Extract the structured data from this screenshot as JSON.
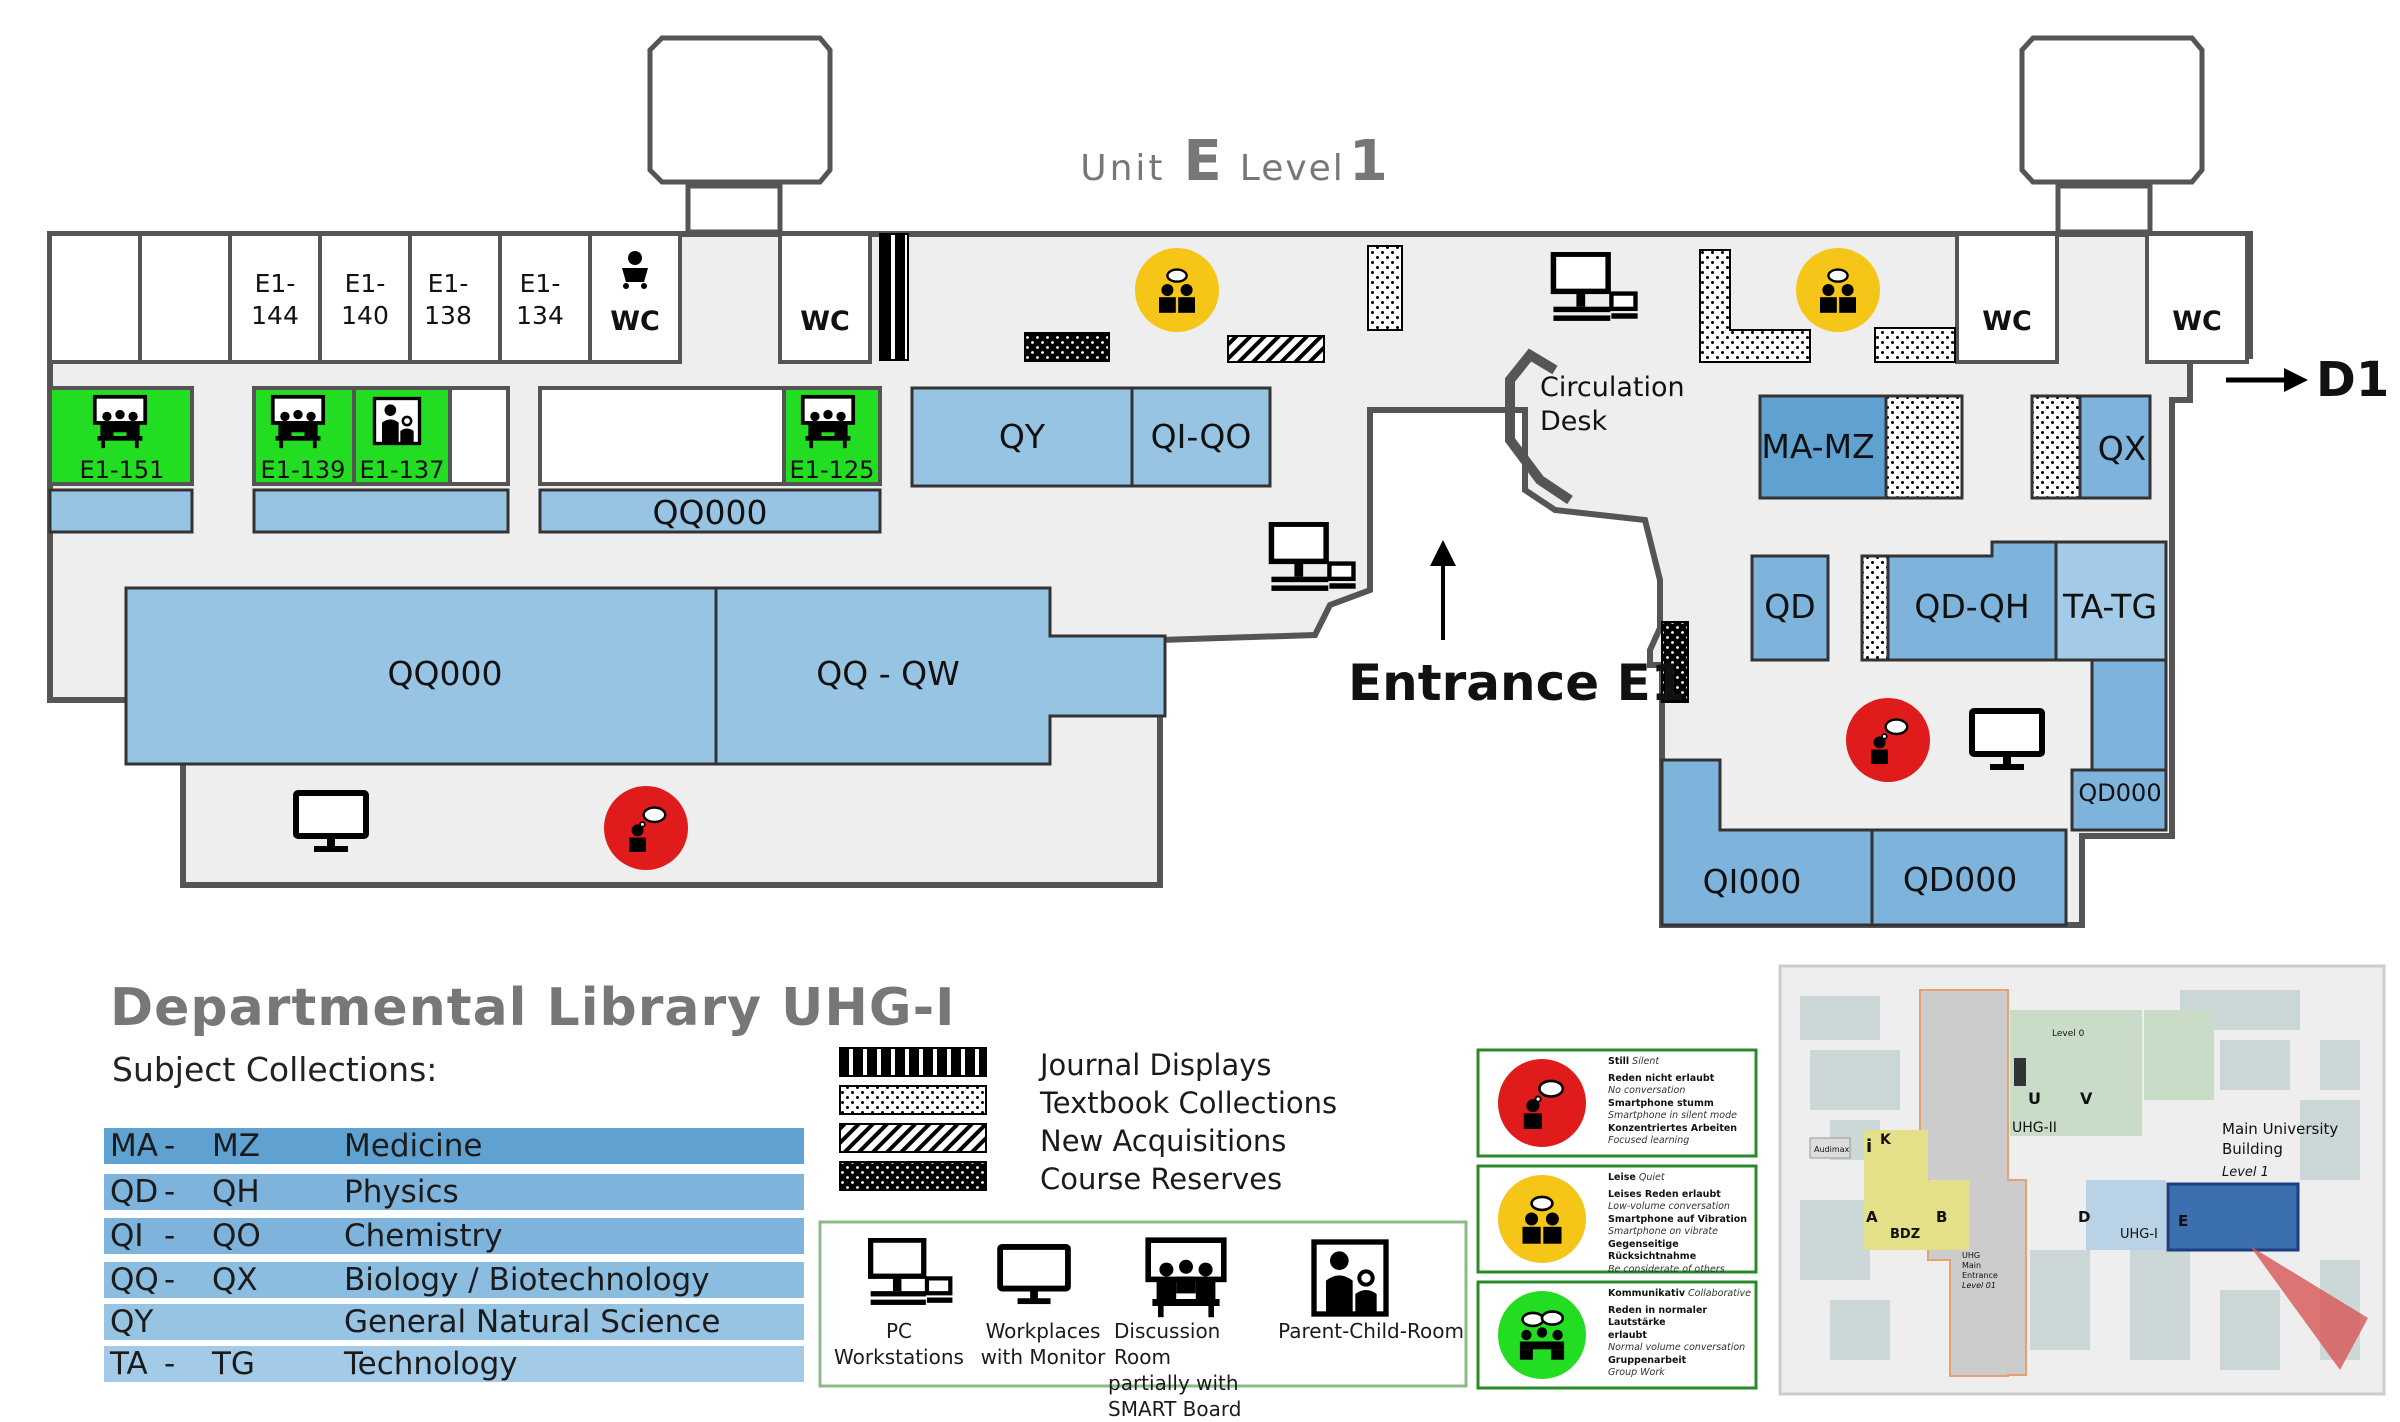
{
  "floor_title": {
    "unit_word": "Unit",
    "unit_letter": "E",
    "level_word": "Level",
    "level_number": "1"
  },
  "rooms": {
    "e1_144": [
      "E1-",
      "144"
    ],
    "e1_140": [
      "E1-",
      "140"
    ],
    "e1_138": [
      "E1-",
      "138"
    ],
    "e1_134": [
      "E1-",
      "134"
    ],
    "wc": "WC",
    "e1_151": "E1-151",
    "e1_139": "E1-139",
    "e1_137": "E1-137",
    "e1_125": "E1-125"
  },
  "shelves": {
    "qq000_top": "QQ000",
    "qq000_main": "QQ000",
    "qq_qw": "QQ - QW",
    "qy": "QY",
    "qi_qo": "QI-QO",
    "ma_mz": "MA-MZ",
    "qx": "QX",
    "qd": "QD",
    "qd_qh": "QD-QH",
    "ta_tg": "TA-TG",
    "qd000_small": "QD000",
    "qi000": "QI000",
    "qd000": "QD000"
  },
  "labels": {
    "circulation": [
      "Circulation",
      "Desk"
    ],
    "entrance": "Entrance E1",
    "exit_d1": "D1"
  },
  "legend": {
    "title": "Departmental Library UHG-I",
    "subtitle": "Subject Collections:",
    "subjects": [
      {
        "from": "MA",
        "dash": "-",
        "to": "MZ",
        "name": "Medicine",
        "color": "#5fa2d2"
      },
      {
        "from": "QD",
        "dash": "-",
        "to": "QH",
        "name": "Physics",
        "color": "#7eb3dc"
      },
      {
        "from": "QI",
        "dash": "-",
        "to": "QO",
        "name": "Chemistry",
        "color": "#7eb3dc"
      },
      {
        "from": "QQ",
        "dash": "-",
        "to": "QX",
        "name": "Biology / Biotechnology",
        "color": "#8abde0"
      },
      {
        "from": "QY",
        "dash": "",
        "to": "",
        "name": "General Natural Science",
        "color": "#97c4e3"
      },
      {
        "from": "TA",
        "dash": "-",
        "to": "TG",
        "name": "Technology",
        "color": "#a3cbe7"
      }
    ],
    "patterns": [
      "Journal Displays",
      "Textbook Collections",
      "New Acquisitions",
      "Course Reserves"
    ],
    "icons": {
      "pc": "PC Workstations",
      "monitor": [
        "Workplaces",
        "with Monitor"
      ],
      "discussion": [
        "Discussion Room",
        "partially with SMART Board"
      ],
      "parent": "Parent-Child-Room"
    }
  },
  "zones": [
    {
      "name": "Still",
      "alt": "Silent",
      "color": "#e01b1b",
      "lines": [
        [
          "Reden nicht erlaubt",
          "No conversation"
        ],
        [
          "Smartphone stumm",
          "Smartphone in silent mode"
        ],
        [
          "Konzentriertes Arbeiten",
          "Focused learning"
        ]
      ]
    },
    {
      "name": "Leise",
      "alt": "Quiet",
      "color": "#f5c518",
      "lines": [
        [
          "Leises Reden erlaubt",
          "Low-volume conversation"
        ],
        [
          "Smartphone auf Vibration",
          "Smartphone on vibrate"
        ],
        [
          "Gegenseitige Rücksichtnahme",
          "Be considerate of others"
        ]
      ]
    },
    {
      "name": "Kommunikativ",
      "alt": "Collaborative",
      "color": "#22dd22",
      "lines": [
        [
          "Reden in normaler Lautstärke",
          ""
        ],
        [
          "erlaubt",
          "Normal volume conversation"
        ],
        [
          "Gruppenarbeit",
          "Group Work"
        ]
      ]
    }
  ],
  "overview": {
    "level0": "Level 0",
    "u": "U",
    "v": "V",
    "uhg2": "UHG-II",
    "audimax": "Audimax",
    "i": "i",
    "k": "K",
    "a": "A",
    "b": "B",
    "bdz": "BDZ",
    "d": "D",
    "uhg1": "UHG-I",
    "e": "E",
    "main_entrance": [
      "UHG",
      "Main",
      "Entrance",
      "Level 01"
    ],
    "building": [
      "Main University",
      "Building"
    ],
    "building_level": "Level 1"
  }
}
